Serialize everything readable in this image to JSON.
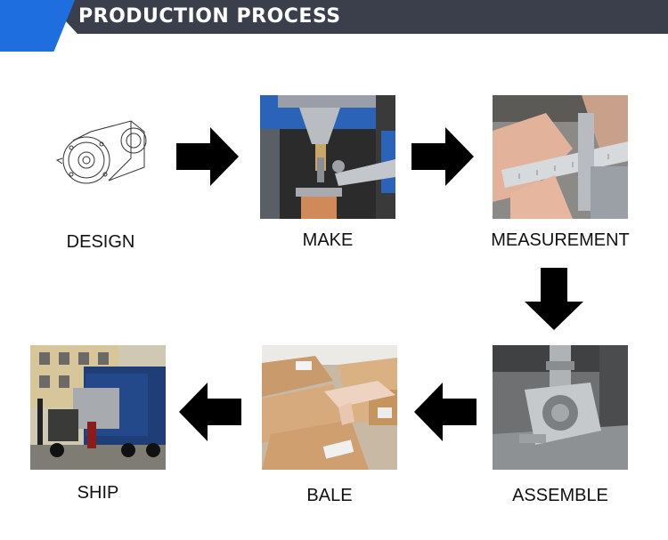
{
  "header": {
    "title": "PRODUCTION PROCESS",
    "icon": "chevron-right-icon",
    "colors": {
      "dark": "#3a3f4b",
      "blue": "#1e6ee0"
    }
  },
  "steps": [
    {
      "label": "DESIGN",
      "image": "gearbox-line-drawing"
    },
    {
      "label": "MAKE",
      "image": "lathe-machining-photo"
    },
    {
      "label": "MEASUREMENT",
      "image": "caliper-measurement-photo"
    },
    {
      "label": "ASSEMBLE",
      "image": "gearbox-assembly-photo"
    },
    {
      "label": "BALE",
      "image": "cardboard-boxes-photo"
    },
    {
      "label": "SHIP",
      "image": "forklift-truck-loading-photo"
    }
  ],
  "arrows": [
    "arrow-right",
    "arrow-right",
    "arrow-down",
    "arrow-left",
    "arrow-left"
  ]
}
